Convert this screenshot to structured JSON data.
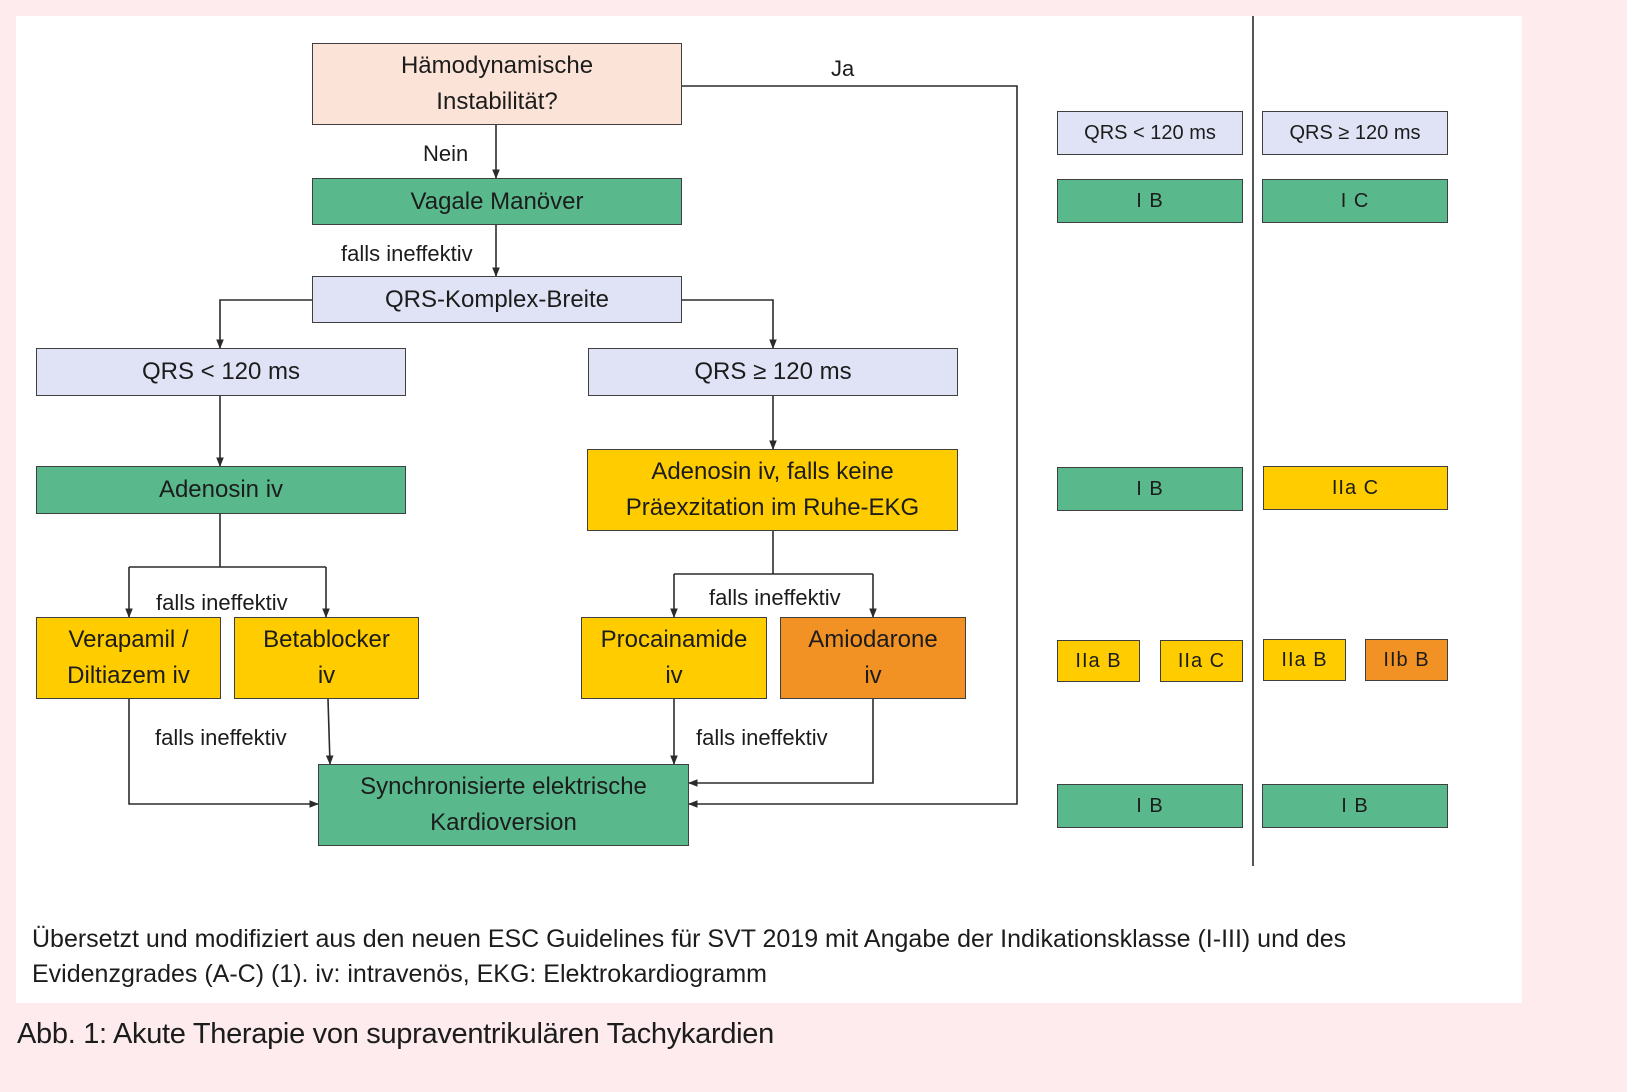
{
  "nodes": {
    "instability": "Hämodynamische\nInstabilität?",
    "vagal": "Vagale Manöver",
    "qrs_width": "QRS-Komplex-Breite",
    "qrs_narrow": "QRS < 120 ms",
    "qrs_wide": "QRS ≥ 120 ms",
    "adenosin": "Adenosin iv",
    "adenosin_wide": "Adenosin iv, falls keine\nPräexzitation im Ruhe-EKG",
    "verapamil": "Verapamil /\nDiltiazem iv",
    "betablocker": "Betablocker\niv",
    "procainamide": "Procainamide\niv",
    "amiodarone": "Amiodarone\niv",
    "cardioversion": "Synchronisierte elektrische\nKardioversion"
  },
  "edge_labels": {
    "yes": "Ja",
    "no": "Nein",
    "ineffective_1": "falls ineffektiv",
    "ineffective_2": "falls ineffektiv",
    "ineffective_3": "falls ineffektiv",
    "ineffective_4": "falls ineffektiv",
    "ineffective_5": "falls ineffektiv"
  },
  "ratings": {
    "col1_header": "QRS < 120 ms",
    "col2_header": "QRS ≥ 120 ms",
    "vagal_narrow": "I B",
    "vagal_wide": "I C",
    "adenosin_narrow": "I B",
    "adenosin_wide": "IIa C",
    "verapamil_narrow": "IIa B",
    "betablocker_narrow": "IIa C",
    "procainamide_wide": "IIa B",
    "amiodarone_wide": "IIb B",
    "cardioversion_narrow": "I B",
    "cardioversion_wide": "I B"
  },
  "colors": {
    "green": "#59b98d",
    "blue": "#dfe3f5",
    "peach": "#fbe3d7",
    "yellow": "#ffcc00",
    "orange": "#f39224",
    "background": "#fdebee"
  },
  "caption": "Übersetzt und modifiziert aus den neuen ESC Guidelines für SVT 2019 mit Angabe der Indikationsklasse (I-III) und des Evidenzgrades (A-C) (1). iv: intravenös, EKG: Elektrokardiogramm",
  "figure_title": "Abb. 1: Akute Therapie von supraventrikulären Tachykardien"
}
